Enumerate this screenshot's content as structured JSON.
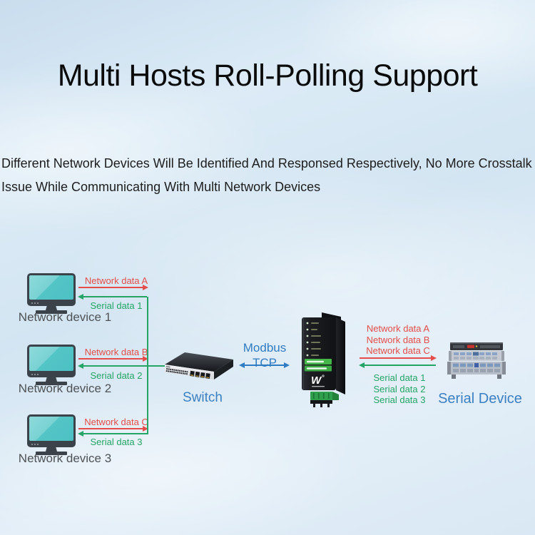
{
  "title": "Multi Hosts Roll-Polling Support",
  "subtitle": {
    "line1": "Different Network Devices Will Be Identified And Responsed Respectively, No More Crosstalk",
    "line2": "Issue While Communicating With Multi Network Devices"
  },
  "colors": {
    "network_data_red": "#e44d4a",
    "serial_data_green": "#24a566",
    "label_blue": "#3b80c2",
    "monitor_screen_teal": "#57c6c8"
  },
  "left_hosts": [
    {
      "device_label": "Network device 1",
      "network_data": "Network data A",
      "serial_data": "Serial data 1"
    },
    {
      "device_label": "Network device 2",
      "network_data": "Network data B",
      "serial_data": "Serial data 2"
    },
    {
      "device_label": "Network device 3",
      "network_data": "Network data C",
      "serial_data": "Serial data 3"
    }
  ],
  "switch": {
    "label": "Switch"
  },
  "protocol": {
    "line1": "Modbus",
    "line2": "TCP"
  },
  "right_links": {
    "network_data": [
      "Network data A",
      "Network data B",
      "Network data C"
    ],
    "serial_data": [
      "Serial data 1",
      "Serial data 2",
      "Serial data 3"
    ]
  },
  "serial_device": {
    "label": "Serial Device"
  }
}
